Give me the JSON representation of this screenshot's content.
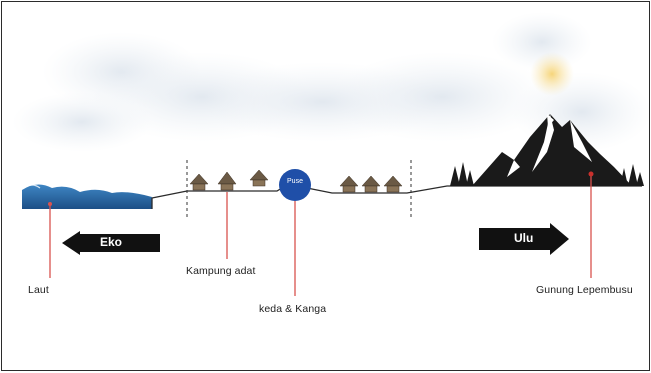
{
  "diagram": {
    "labels": {
      "laut": "Laut",
      "kampung_adat": "Kampung adat",
      "keda_kanga": "keda & Kanga",
      "gunung": "Gunung Lepembusu"
    },
    "arrows": {
      "left": "Eko",
      "right": "Ulu"
    },
    "center_node": "Puse",
    "colors": {
      "ground": "#2a2a2a",
      "sea": "#2c6aa6",
      "pointer_line": "#d9534f",
      "puse_fill": "#1f4fa8",
      "arrow_fill": "#111111",
      "sun": "#f3d27a"
    }
  }
}
